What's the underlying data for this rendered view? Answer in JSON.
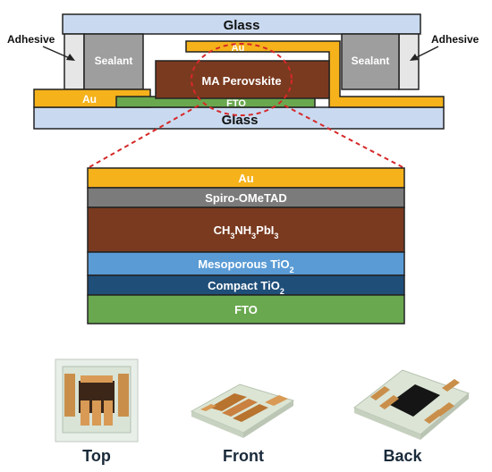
{
  "cross_section": {
    "glass_top": "Glass",
    "glass_bottom": "Glass",
    "sealant_left": "Sealant",
    "sealant_right": "Sealant",
    "adhesive_left": "Adhesive",
    "adhesive_right": "Adhesive",
    "au_top": "Au",
    "au_left": "Au",
    "perovskite": "MA Perovskite",
    "fto": "FTO"
  },
  "stack": {
    "layers": [
      {
        "label": "Au",
        "color": "#f5b21b"
      },
      {
        "label": "Spiro-OMeTAD",
        "color": "#7b7b7b"
      },
      {
        "label": "CH3NH3PbI3",
        "color": "#7a3a1f"
      },
      {
        "label": "Mesoporous TiO2",
        "color": "#5a9bd5"
      },
      {
        "label": "Compact TiO2",
        "color": "#1f4e79"
      },
      {
        "label": "FTO",
        "color": "#6aa84f"
      }
    ]
  },
  "photos": {
    "top": "Top",
    "front": "Front",
    "back": "Back"
  }
}
